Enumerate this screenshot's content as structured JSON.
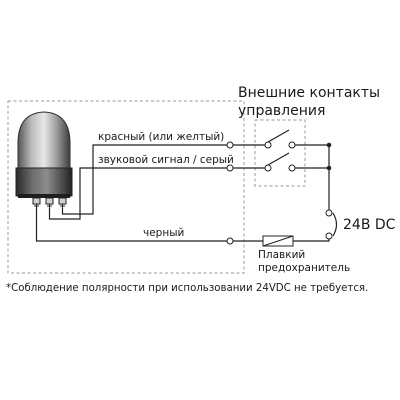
{
  "external": {
    "title_line1": "Внешние контакты",
    "title_line2": "управления"
  },
  "wires": {
    "red": "красный (или желтый)",
    "sound": "звуковой сигнал / серый",
    "black": "черный"
  },
  "power": {
    "label": "24В DC"
  },
  "fuse": {
    "line1": "Плавкий",
    "line2": "предохранитель"
  },
  "note": "*Соблюдение полярности при использовании 24VDC не требуется."
}
